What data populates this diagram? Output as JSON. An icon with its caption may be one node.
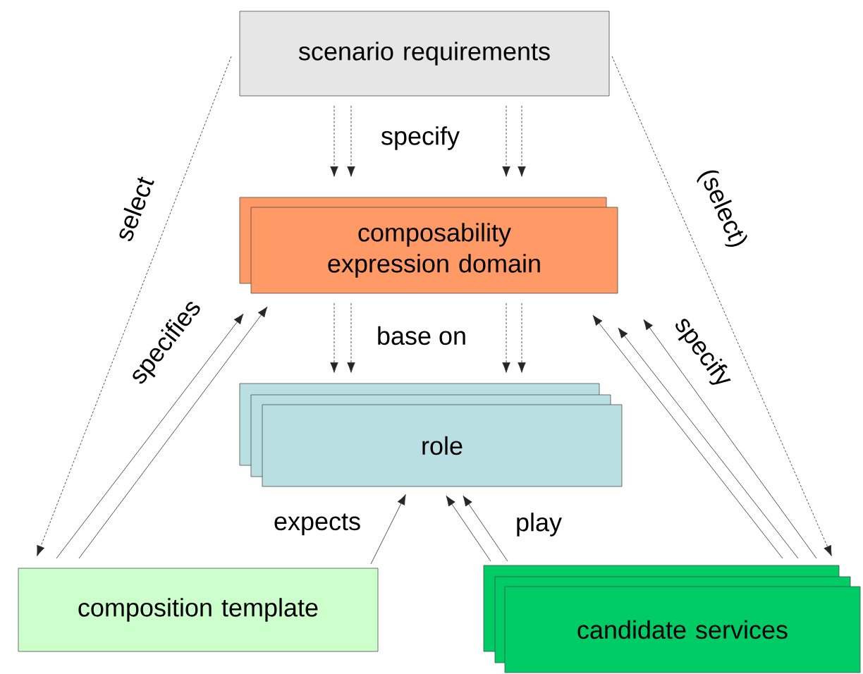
{
  "diagram": {
    "nodes": [
      {
        "text": [
          "scenario requirements"
        ]
      },
      {
        "text": [
          "composability expression domain"
        ]
      },
      {
        "text": [
          "role"
        ]
      },
      {
        "text": [
          "composition template"
        ]
      },
      {
        "text": [
          "candidate services"
        ]
      }
    ],
    "edges": [
      {
        "from": 0,
        "to": 1,
        "arrow": "to",
        "style": "dashed"
      },
      {
        "from": 0,
        "to": 1,
        "arrow": "to",
        "style": "dashed",
        "label": "specify"
      },
      {
        "from": 0,
        "to": 1,
        "arrow": "to",
        "style": "dashed"
      },
      {
        "from": 0,
        "to": 1,
        "arrow": "to",
        "style": "dashed"
      },
      {
        "from": 1,
        "to": 2,
        "arrow": "to",
        "style": "dashed"
      },
      {
        "from": 1,
        "to": 2,
        "arrow": "to",
        "style": "dashed",
        "label": "base on"
      },
      {
        "from": 1,
        "to": 2,
        "arrow": "to",
        "style": "dashed"
      },
      {
        "from": 1,
        "to": 2,
        "arrow": "to",
        "style": "dashed"
      },
      {
        "from": 0,
        "to": 3,
        "arrow": "to",
        "style": "dashed",
        "label": "select"
      },
      {
        "from": 0,
        "to": 4,
        "arrow": "to",
        "style": "dashed",
        "label": "(select)"
      },
      {
        "from": 3,
        "to": 1,
        "arrow": "to",
        "label": "specifies"
      },
      {
        "from": 3,
        "to": 1,
        "arrow": "to"
      },
      {
        "from": 4,
        "to": 1,
        "arrow": "to",
        "label": "specify"
      },
      {
        "from": 4,
        "to": 1,
        "arrow": "to"
      },
      {
        "from": 4,
        "to": 1,
        "arrow": "to"
      },
      {
        "from": 3,
        "to": 2,
        "arrow": "to",
        "label": "expects"
      },
      {
        "from": 4,
        "to": 2,
        "arrow": "to",
        "label": "play"
      },
      {
        "from": 4,
        "to": 2,
        "arrow": "to"
      }
    ]
  }
}
